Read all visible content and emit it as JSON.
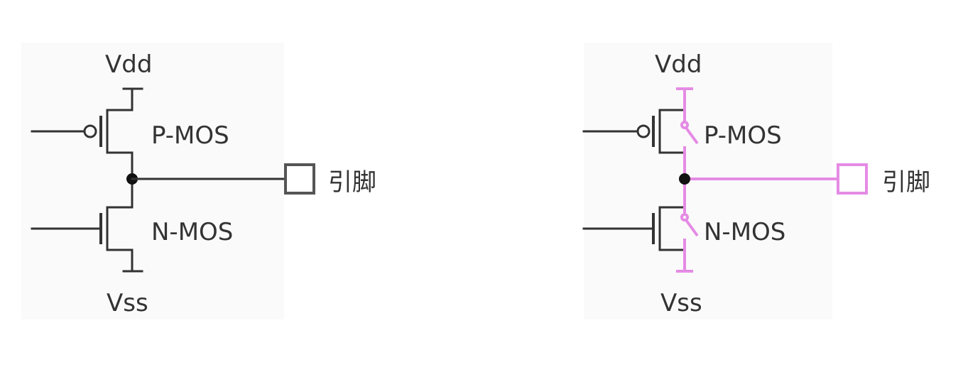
{
  "left_circuit": {
    "supply_label": "Vdd",
    "ground_label": "Vss",
    "pmos_label": "P-MOS",
    "nmos_label": "N-MOS",
    "pin_label": "引脚"
  },
  "right_circuit": {
    "supply_label": "Vdd",
    "ground_label": "Vss",
    "pmos_label": "P-MOS",
    "nmos_label": "N-MOS",
    "pin_label": "引脚"
  },
  "colors": {
    "wire": "#333333",
    "highlight": "#e58be5",
    "text": "#333333"
  }
}
